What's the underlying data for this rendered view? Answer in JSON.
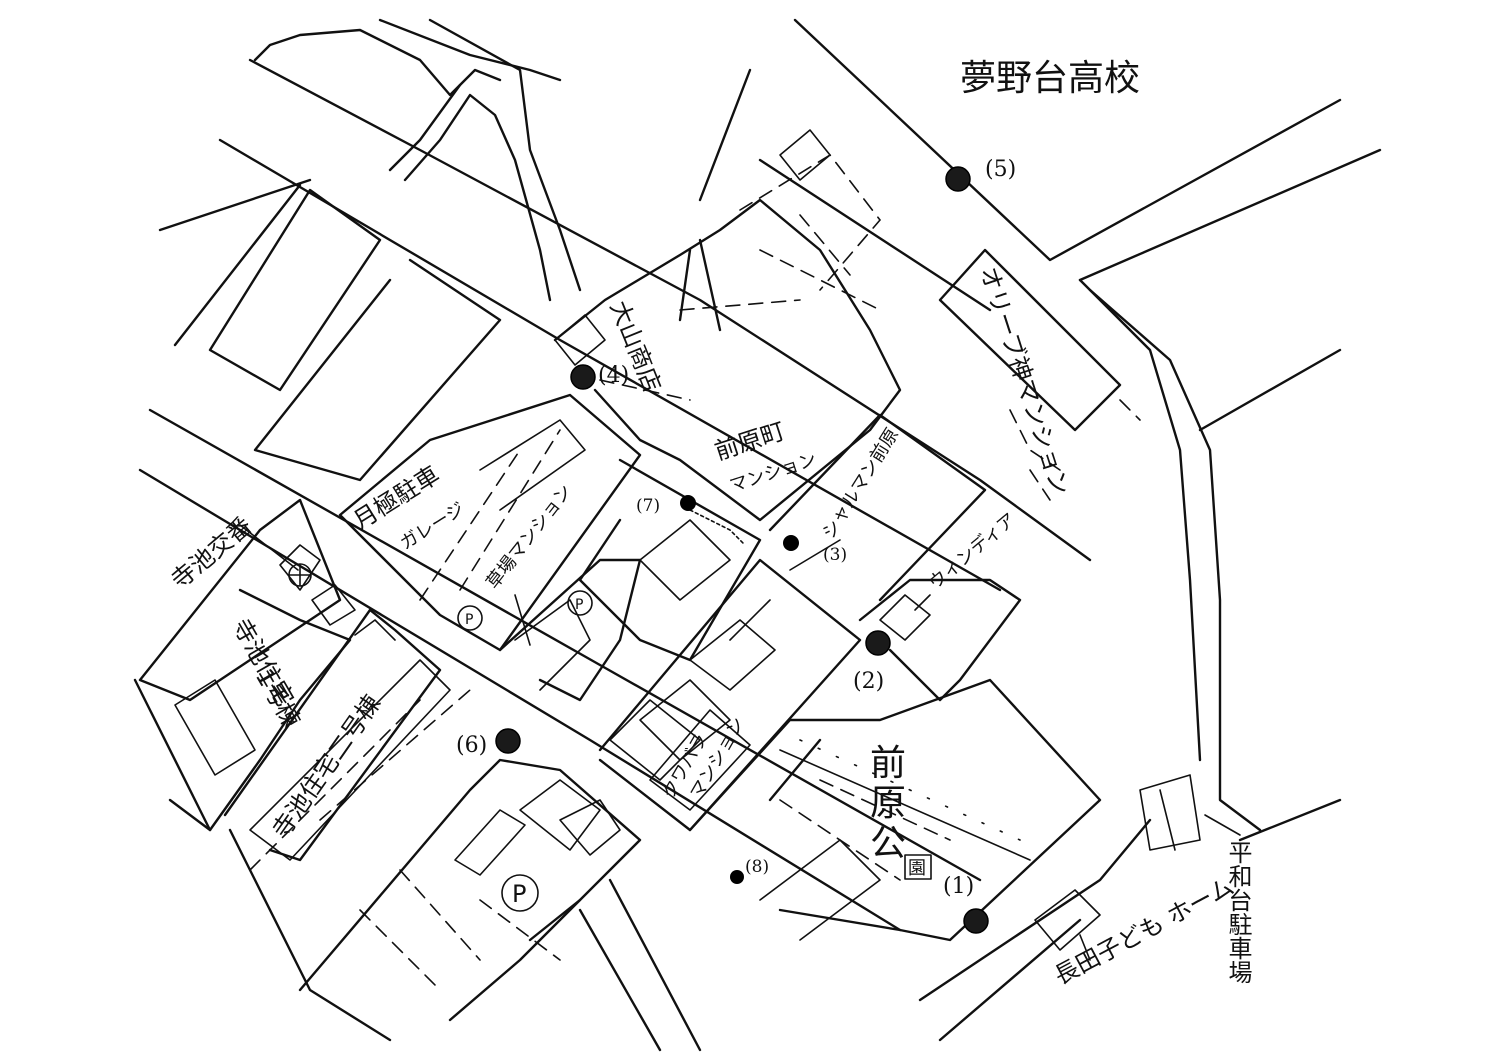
{
  "labels": {
    "school": "夢野台高校",
    "oyama_store": "大山商店",
    "maeharacho_mansion_1": "前原町",
    "maeharacho_mansion_2": "マンション",
    "olive_mansion": "オリーブ神マンション",
    "charmant": "シャルマン前原",
    "windia": "ウィンディア",
    "tsukihashi_1": "月極駐車",
    "tsukihashi_2": "ガレージ",
    "kusaba": "草場マンション",
    "koban": "寺池交番",
    "teraike_1": "寺池住宅",
    "teraike_2": "1号棟",
    "teraike_3": "寺池住宅二号棟",
    "kuwabara_1": "クワバラ",
    "kuwabara_2": "マンション",
    "park_1": "前",
    "park_2": "原",
    "park_3": "公",
    "park_4": "園",
    "heiwadai": "平和台駐車場",
    "children_home": "長田子ども ホーム",
    "parking_symbol": "P"
  },
  "points": [
    {
      "id": "1",
      "label": "(1)"
    },
    {
      "id": "2",
      "label": "(2)"
    },
    {
      "id": "3",
      "label": "(3)"
    },
    {
      "id": "4",
      "label": "(4)"
    },
    {
      "id": "5",
      "label": "(5)"
    },
    {
      "id": "6",
      "label": "(6)"
    },
    {
      "id": "7",
      "label": "(7)"
    },
    {
      "id": "8",
      "label": "(8)"
    }
  ],
  "colors": {
    "ink": "#111111",
    "paper": "#ffffff"
  }
}
